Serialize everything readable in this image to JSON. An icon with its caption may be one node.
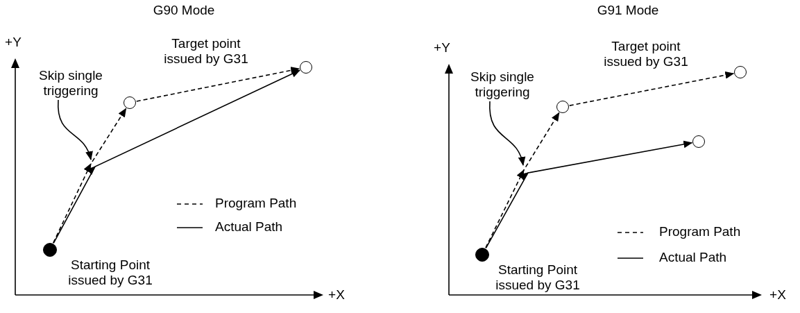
{
  "diagram": {
    "nodes": [
      {
        "text": [
          "Skip single triggering"
        ]
      },
      {
        "text": [],
        "shape": "circle"
      },
      {
        "text": [],
        "shape": "circle",
        "beside": [
          "Target point issued by G31"
        ]
      },
      {
        "text": [],
        "shape": "circle",
        "beside": [
          "Starting Point issued by G31"
        ]
      },
      {
        "text": [
          "Skip single triggering"
        ]
      },
      {
        "text": [],
        "shape": "circle",
        "beside": [
          "Starting Point issued by G31"
        ]
      },
      {
        "text": [],
        "shape": "circle"
      },
      {
        "text": [],
        "shape": "circle"
      },
      {
        "text": [],
        "shape": "circle",
        "beside": [
          "Target point issued by G31"
        ]
      }
    ],
    "edges": [
      {
        "from": 3,
        "to": 1,
        "arrow": "to",
        "style": "dashed"
      },
      {
        "from": 1,
        "to": 2,
        "arrow": "to",
        "style": "dashed"
      },
      {
        "from": 3,
        "to": 2,
        "arrow": "to"
      },
      {
        "from": 0,
        "to": null,
        "arrow": "to"
      },
      {
        "from": 5,
        "to": 6,
        "arrow": "to",
        "style": "dashed"
      },
      {
        "from": 6,
        "to": 8,
        "arrow": "to",
        "style": "dashed"
      },
      {
        "from": 5,
        "to": 7,
        "arrow": "to"
      },
      {
        "from": 4,
        "to": null,
        "arrow": "to"
      }
    ],
    "labels": [
      "G90 Mode",
      "+Y",
      "+X",
      "G91 Mode",
      "+Y",
      "+X"
    ],
    "legend": [
      {
        "text": "Program Path"
      },
      {
        "text": "Actual Path"
      },
      {
        "text": "Program Path"
      },
      {
        "text": "Actual Path"
      }
    ]
  }
}
